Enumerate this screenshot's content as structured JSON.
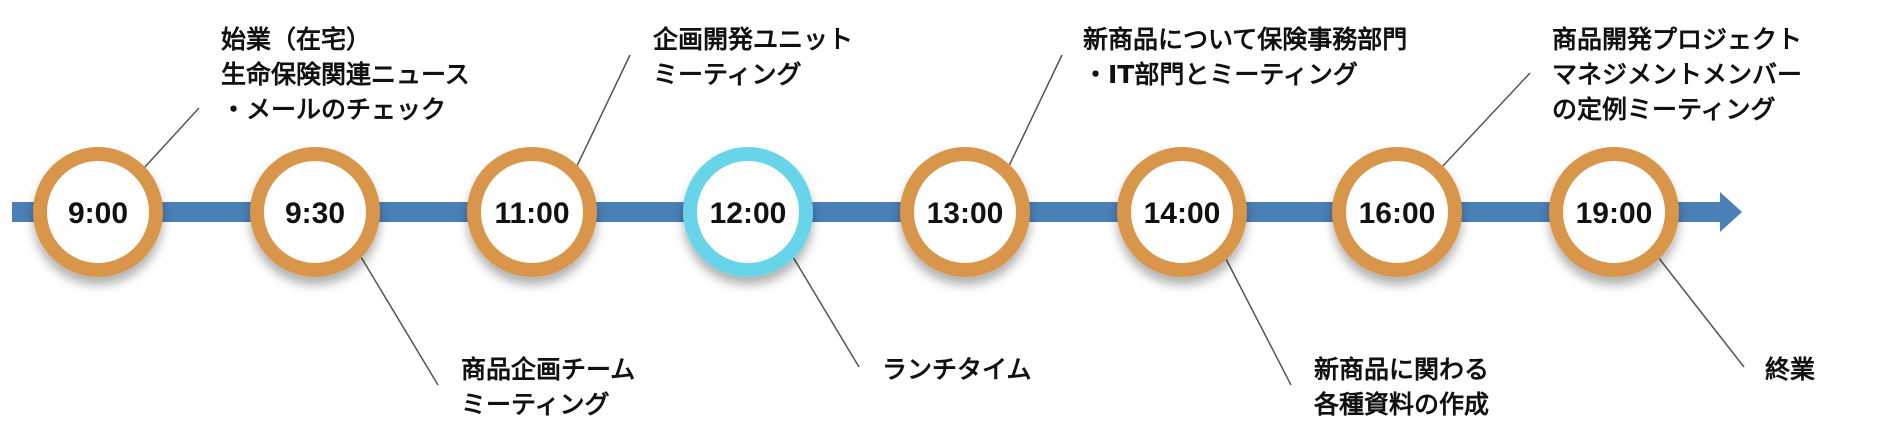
{
  "colors": {
    "bar": "#4A80B6",
    "ring": "#D9964B",
    "ring_highlight": "#68D4EA",
    "text": "#111111"
  },
  "events": [
    {
      "time": "9:00",
      "side": "top",
      "lines": [
        "始業（在宅）",
        "生命保険関連ニュース",
        "・メールのチェック"
      ]
    },
    {
      "time": "9:30",
      "side": "bottom",
      "lines": [
        "商品企画チーム",
        "ミーティング"
      ]
    },
    {
      "time": "11:00",
      "side": "top",
      "lines": [
        "企画開発ユニット",
        "ミーティング"
      ]
    },
    {
      "time": "12:00",
      "side": "bottom",
      "highlight": true,
      "lines": [
        "ランチタイム"
      ]
    },
    {
      "time": "13:00",
      "side": "top",
      "lines": [
        "新商品について保険事務部門",
        "・IT部門とミーティング"
      ]
    },
    {
      "time": "14:00",
      "side": "bottom",
      "lines": [
        "新商品に関わる",
        "各種資料の作成"
      ]
    },
    {
      "time": "16:00",
      "side": "top",
      "lines": [
        "商品開発プロジェクト",
        "マネジメントメンバー",
        "の定例ミーティング"
      ]
    },
    {
      "time": "19:00",
      "side": "bottom",
      "lines": [
        "終業"
      ]
    }
  ]
}
